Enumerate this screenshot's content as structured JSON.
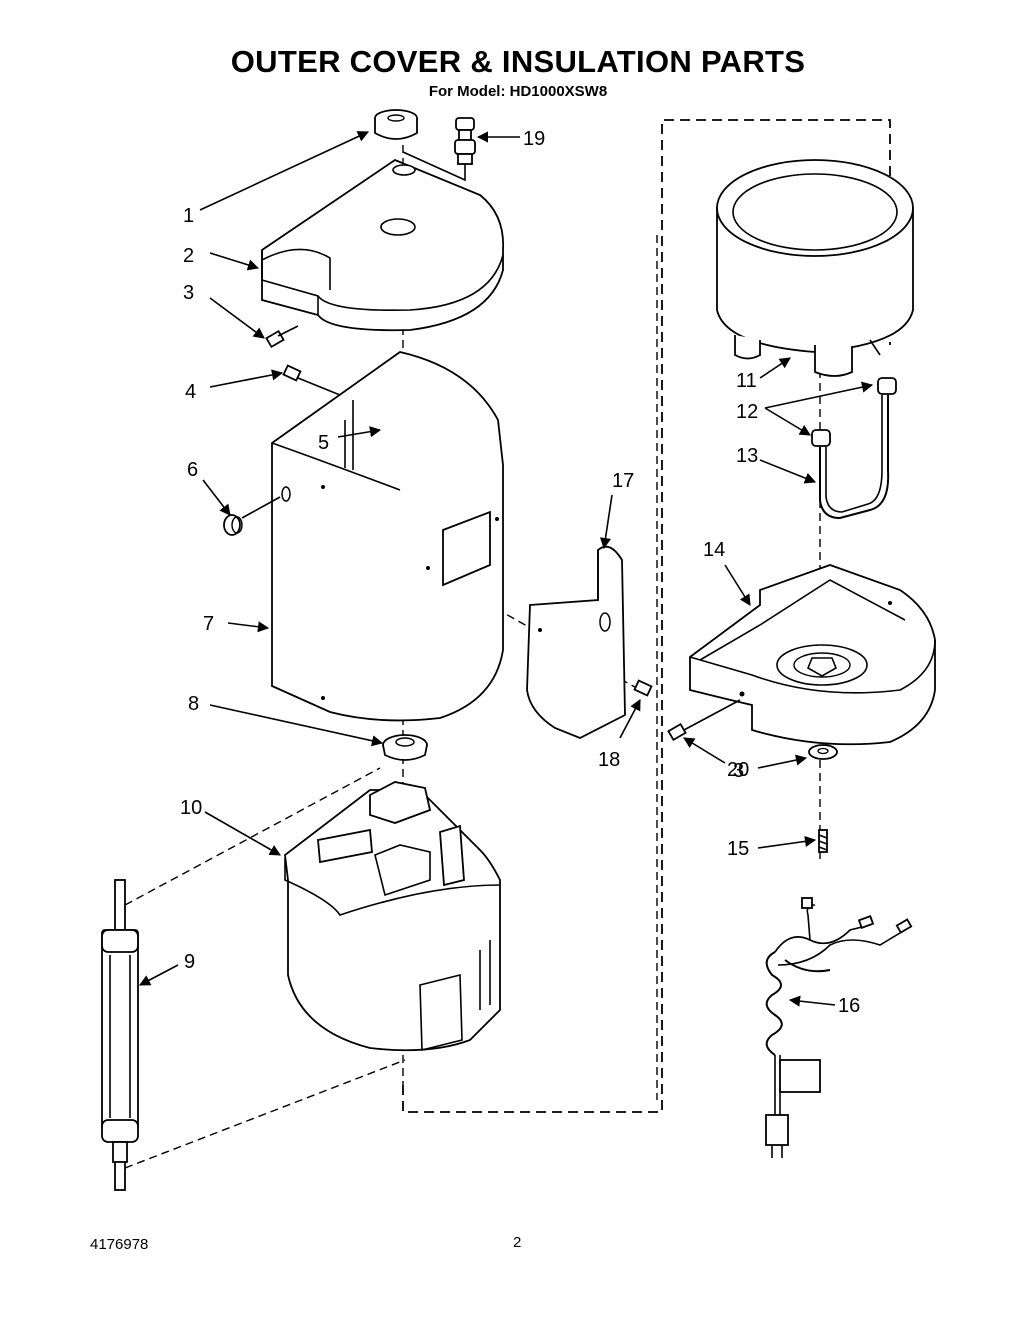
{
  "header": {
    "title": "OUTER COVER & INSULATION PARTS",
    "subtitle": "For Model: HD1000XSW8"
  },
  "callouts": [
    {
      "id": "1",
      "text": "1"
    },
    {
      "id": "2",
      "text": "2"
    },
    {
      "id": "3a",
      "text": "3"
    },
    {
      "id": "4",
      "text": "4"
    },
    {
      "id": "5",
      "text": "5"
    },
    {
      "id": "6",
      "text": "6"
    },
    {
      "id": "7",
      "text": "7"
    },
    {
      "id": "8",
      "text": "8"
    },
    {
      "id": "9",
      "text": "9"
    },
    {
      "id": "10",
      "text": "10"
    },
    {
      "id": "11",
      "text": "11"
    },
    {
      "id": "12",
      "text": "12"
    },
    {
      "id": "13",
      "text": "13"
    },
    {
      "id": "14",
      "text": "14"
    },
    {
      "id": "3b",
      "text": "3"
    },
    {
      "id": "20",
      "text": "20"
    },
    {
      "id": "15",
      "text": "15"
    },
    {
      "id": "16",
      "text": "16"
    },
    {
      "id": "17",
      "text": "17"
    },
    {
      "id": "18",
      "text": "18"
    },
    {
      "id": "19",
      "text": "19"
    }
  ],
  "footer": {
    "doc_number": "4176978",
    "page_number": "2"
  }
}
